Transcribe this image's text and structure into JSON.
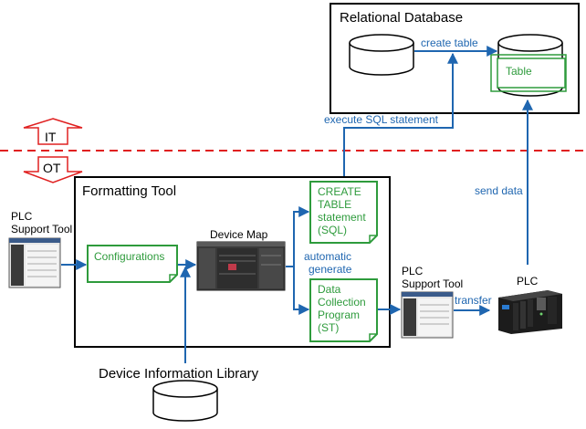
{
  "relational_database": {
    "title": "Relational Database",
    "create_table": "create table",
    "table": "Table"
  },
  "zones": {
    "it": "IT",
    "ot": "OT",
    "execute_sql": "execute SQL statement",
    "send_data": "send data"
  },
  "formatting_tool": {
    "title": "Formatting Tool",
    "configurations": "Configurations",
    "device_map": "Device Map",
    "automatic": "automatic",
    "generate": "generate",
    "create_table_doc": [
      "CREATE",
      "TABLE",
      "statement",
      "(SQL)"
    ],
    "data_collection_doc": [
      "Data",
      "Collection",
      "Program",
      "(ST)"
    ]
  },
  "left_support_tool": {
    "line1": "PLC",
    "line2": "Support Tool"
  },
  "right_support_tool": {
    "line1": "PLC",
    "line2": "Support Tool"
  },
  "transfer": "transfer",
  "plc": "PLC",
  "device_info_library": "Device Information Library",
  "colors": {
    "arrow_blue": "#1f66b0",
    "doc_green": "#2e9b3c",
    "red": "#e02020",
    "black": "#000000"
  }
}
